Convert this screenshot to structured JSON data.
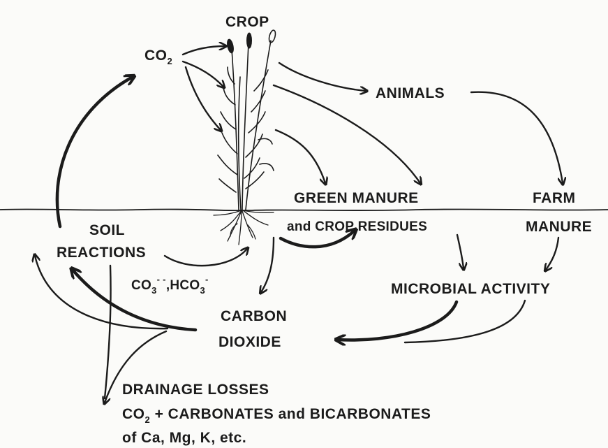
{
  "labels": {
    "crop": "CROP",
    "co2_atmos_main": "CO",
    "co2_atmos_sub": "2",
    "animals": "ANIMALS",
    "green_manure": "GREEN MANURE",
    "crop_residues": "and CROP RESIDUES",
    "farm": "FARM",
    "manure": "MANURE",
    "soil": "SOIL",
    "reactions": "REACTIONS",
    "carbonate_main": "CO",
    "carbonate_sub": "3",
    "carbonate_sup": "- -",
    "bicarbonate_main": ",HCO",
    "bicarbonate_sub": "3",
    "bicarbonate_sup": "-",
    "microbial_activity": "MICROBIAL  ACTIVITY",
    "carbon": "CARBON",
    "dioxide": "DIOXIDE",
    "drainage_losses": "DRAINAGE LOSSES",
    "drainage_co2_main": "CO",
    "drainage_co2_sub": "2",
    "drainage_line2_rest": " + CARBONATES and BICARBONATES",
    "drainage_line3": "of Ca, Mg, K, etc."
  }
}
